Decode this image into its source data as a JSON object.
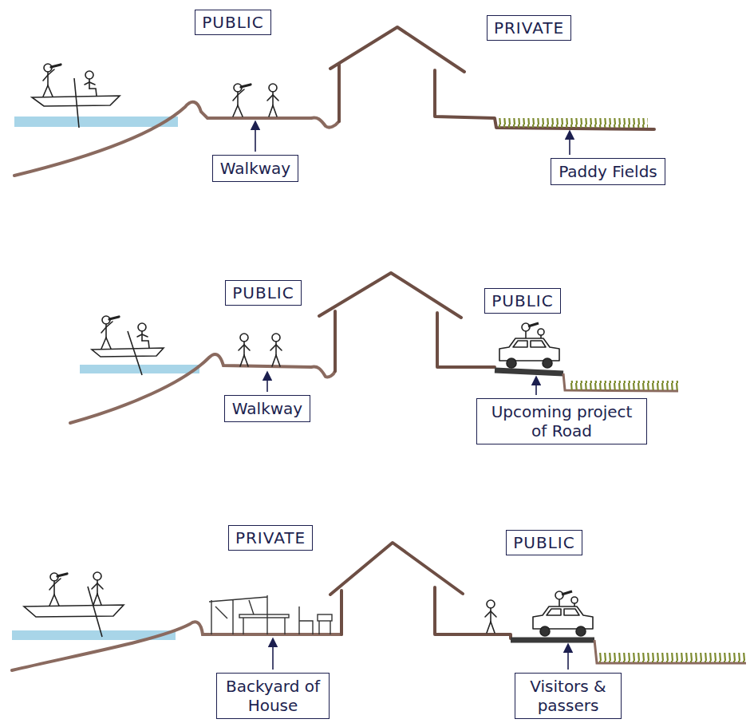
{
  "diagram": {
    "nodes": [
      {
        "text": [
          "PUBLIC"
        ]
      },
      {
        "text": [
          "PRIVATE"
        ]
      },
      {
        "text": [
          "Walkway"
        ]
      },
      {
        "text": [
          "Paddy Fields"
        ]
      },
      {
        "text": [
          "PUBLIC"
        ]
      },
      {
        "text": [
          "PUBLIC"
        ]
      },
      {
        "text": [
          "Walkway"
        ]
      },
      {
        "text": [
          "Upcoming project of Road"
        ]
      },
      {
        "text": [
          "PRIVATE"
        ]
      },
      {
        "text": [
          "PUBLIC"
        ]
      },
      {
        "text": [
          "Backyard of House"
        ]
      },
      {
        "text": [
          "Visitors & passers"
        ]
      }
    ]
  }
}
